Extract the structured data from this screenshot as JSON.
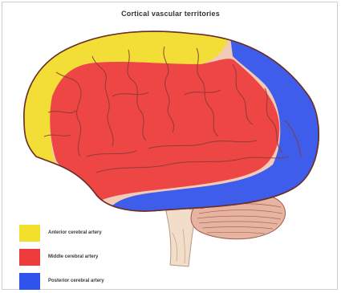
{
  "title": "Cortical vascular territories",
  "legend": [
    {
      "label": "Anterior cerebral artery",
      "color": "#f2e02a"
    },
    {
      "label": "Middle cerebral artery",
      "color": "#ee3b3b"
    },
    {
      "label": "Posterior cerebral artery",
      "color": "#2f54ee"
    }
  ],
  "colors": {
    "brain_tissue": "#f2cbb8",
    "gyri_lines": "#8a3a36",
    "cerebellum": "#e6b4a0",
    "brainstem": "#f1ddc8"
  }
}
